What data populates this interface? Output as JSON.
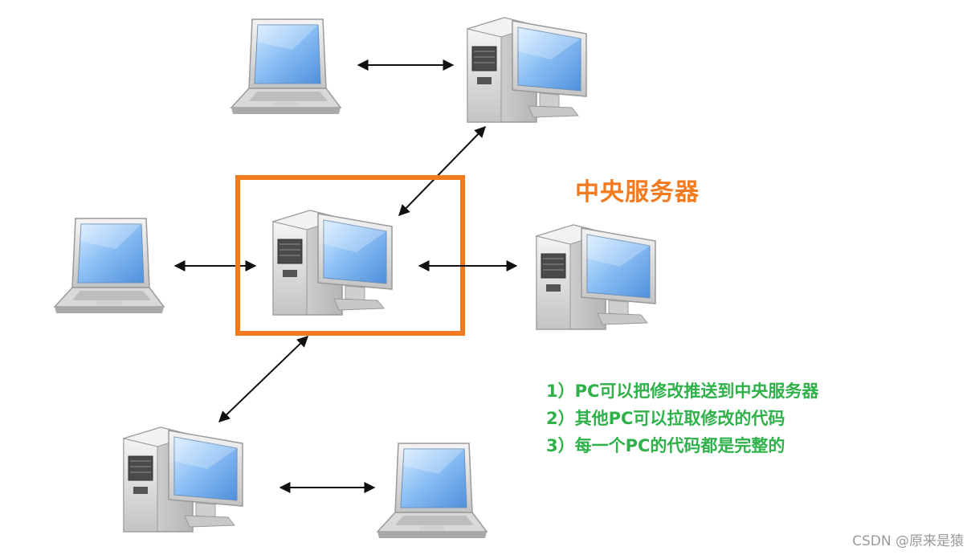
{
  "server_label": "中央服务器",
  "notes": [
    "1）PC可以把修改推送到中央服务器",
    "2）其他PC可以拉取修改的代码",
    "3）每一个PC的代码都是完整的"
  ],
  "watermark": "CSDN @原来是猿",
  "colors": {
    "highlight": "#F47A20",
    "notes": "#2FB14A",
    "watermark": "#9a9a9a",
    "arrow": "#111111",
    "screen": "#7FB6EE"
  },
  "icons": {
    "laptop": "laptop-icon",
    "desktop": "desktop-computer-icon"
  }
}
